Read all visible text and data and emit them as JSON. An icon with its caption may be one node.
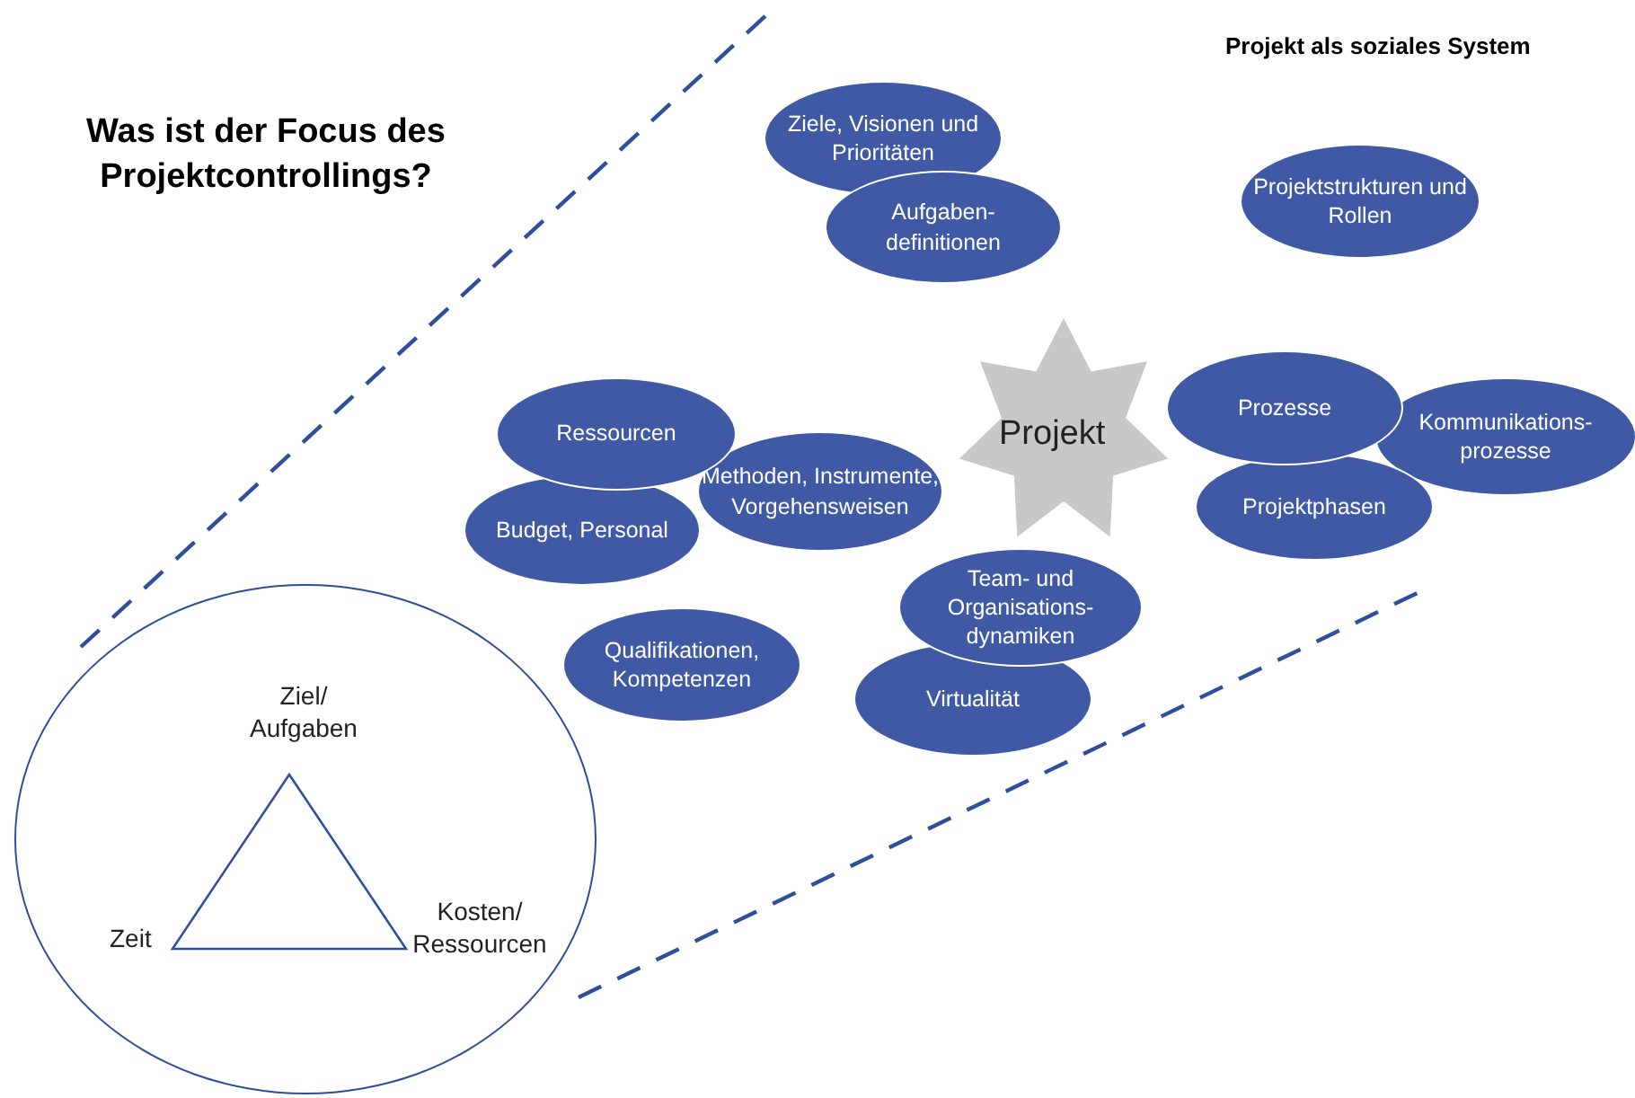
{
  "diagram": {
    "title": "Was ist der Focus des Projektcontrollings?",
    "nodes": [
      {
        "text": [
          "Projekt"
        ]
      },
      {
        "text": [
          "Ziele, Visionen und Prioritäten"
        ]
      },
      {
        "text": [
          "Aufgaben- definitionen"
        ]
      },
      {
        "text": [
          "Projektstrukturen und Rollen"
        ]
      },
      {
        "text": [
          "Ressourcen"
        ]
      },
      {
        "text": [
          "Budget, Personal"
        ]
      },
      {
        "text": [
          "Methoden, Instrumente, Vorgehensweisen"
        ]
      },
      {
        "text": [
          "Prozesse"
        ]
      },
      {
        "text": [
          "Kommunikations- prozesse"
        ]
      },
      {
        "text": [
          "Projektphasen"
        ]
      },
      {
        "text": [
          "Team- und Organisations- dynamiken"
        ]
      },
      {
        "text": [
          "Virtualität"
        ]
      },
      {
        "text": [
          "Qualifikationen, Kompetenzen"
        ]
      },
      {
        "text": [],
        "shape": "ellipse"
      },
      {
        "text": [],
        "shape": "triangle",
        "in": 13,
        "beside": [
          "Ziel/ Aufgaben",
          "Zeit",
          "Kosten/ Ressourcen"
        ]
      }
    ],
    "edges": [],
    "labels": [
      "Projekt als soziales System"
    ]
  }
}
